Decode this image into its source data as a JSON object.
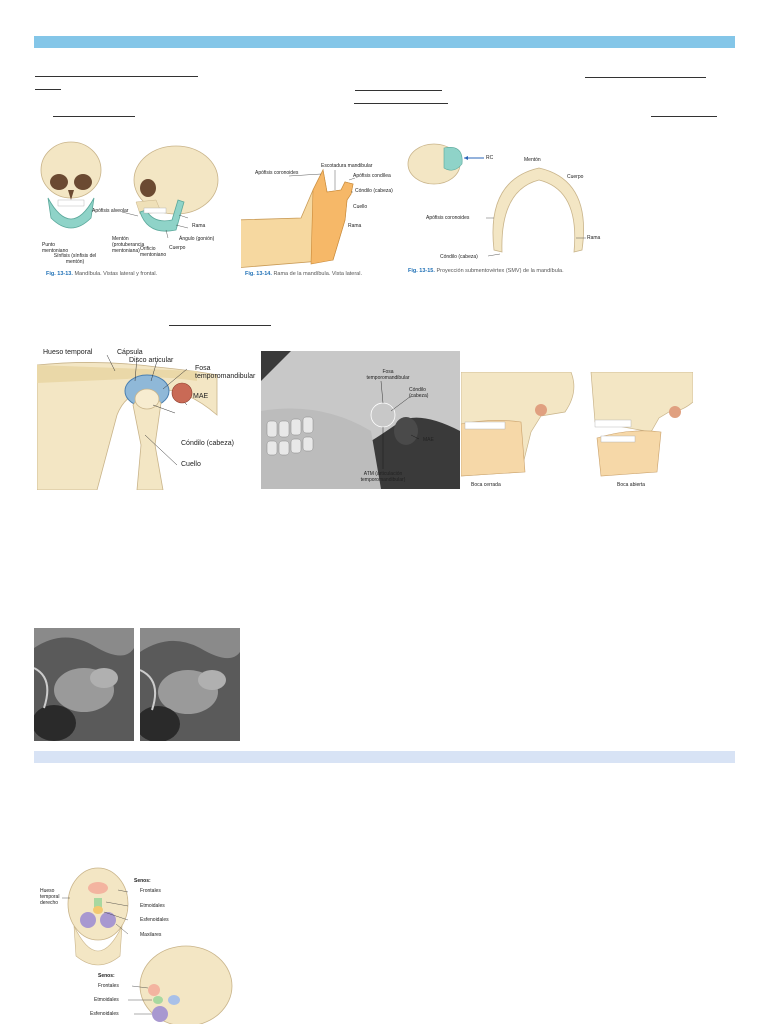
{
  "fig1": {
    "labels": {
      "apofisis_alveolar": "Apófisis alveolar",
      "rama": "Rama",
      "angulo": "Ángulo (gonión)",
      "cuerpo": "Cuerpo",
      "punto_mentoniano": "Punto mentoniano",
      "menton": "Mentón (protuberancia mentoniana)",
      "orificio": "Orificio mentoniano",
      "sinfisis": "Sínfisis (sínfisis del mentón)"
    },
    "caption_num": "Fig. 13-13.",
    "caption_text": "Mandíbula. Vistas lateral y frontal."
  },
  "fig2": {
    "labels": {
      "escotadura": "Escotadura mandibular",
      "apofisis_coronoides": "Apófisis coronoides",
      "apofisis_condilea": "Apófisis condílea",
      "condilo": "Cóndilo (cabeza)",
      "cuello": "Cuello",
      "rama": "Rama"
    },
    "caption_num": "Fig. 13-14.",
    "caption_text": "Rama de la mandíbula. Vista lateral."
  },
  "fig3": {
    "labels": {
      "rc": "RC",
      "menton": "Mentón",
      "cuerpo": "Cuerpo",
      "apofisis_coronoides": "Apófisis coronoides",
      "rama": "Rama",
      "condilo": "Cóndilo (cabeza)"
    },
    "caption_num": "Fig. 13-15.",
    "caption_text": "Proyección submentovértex (SMV) de la mandíbula."
  },
  "fig4": {
    "labels": {
      "hueso_temporal": "Hueso temporal",
      "capsula": "Cápsula",
      "disco": "Disco articular",
      "fosa": "Fosa temporomandibular",
      "mae": "MAE",
      "condilo": "Cóndilo (cabeza)",
      "cuello": "Cuello"
    }
  },
  "fig5": {
    "labels": {
      "fosa": "Fosa temporomandibular",
      "condilo": "Cóndilo (cabeza)",
      "mae": "MAE",
      "atm": "ATM (articulación temporomandibular)"
    }
  },
  "fig6": {
    "labels": {
      "boca_cerrada": "Boca cerrada",
      "boca_abierta": "Boca abierta"
    }
  },
  "fig7": {
    "labels": {
      "hueso_temporal": "Hueso temporal derecho",
      "senos": "Senos:",
      "frontales": "Frontales",
      "etmoidales": "Etmoidales",
      "esfenoidales": "Esfenoidales",
      "maxilares": "Maxilares",
      "senos2": "Senos:",
      "frontales2": "Frontales",
      "etmoidales2": "Etmoidales",
      "esfenoidales2": "Esfenoidales"
    }
  },
  "colors": {
    "header_bar": "#84c6e8",
    "section_bar": "#d8e3f5",
    "mandible_teal": "#8fd3c8",
    "mandible_orange": "#f6b868",
    "bone": "#f3e6c4",
    "caption_blue": "#1d6fb5"
  }
}
